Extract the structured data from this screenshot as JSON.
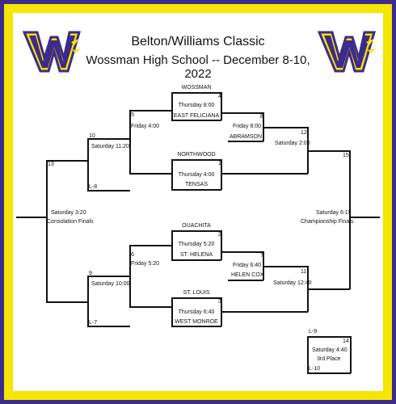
{
  "header": {
    "title": "Belton/Williams Classic",
    "subtitle": "Wossman High School -- December 8-10, 2022"
  },
  "logo": {
    "letter": "W",
    "icon": "wossman-w-logo"
  },
  "colors": {
    "purple": "#3d2a8c",
    "gold": "#f4e600",
    "line": "#111111"
  },
  "bracket": {
    "g4": {
      "num": "4",
      "top_team": "WOSSMAN",
      "time": "Thursday 8:00",
      "bottom_team": "EAST FELICIANA"
    },
    "g1": {
      "num": "1",
      "top_team": "NORTHWOOD",
      "time": "Thursday 4:00",
      "bottom_team": "TENSAS"
    },
    "g2": {
      "num": "2",
      "top_team": "OUACHITA",
      "time": "Thursday 5:20",
      "bottom_team": "ST. HELENA"
    },
    "g3": {
      "num": "3",
      "top_team": "ST. LOUIS",
      "time": "Thursday 6:40",
      "bottom_team": "WEST MONROE"
    },
    "g5": {
      "num": "5",
      "time": "Friday  4:00"
    },
    "g6": {
      "num": "6",
      "time": "Friday 5:20"
    },
    "g8": {
      "num": "8",
      "time": "Friday 8:00",
      "team": "ABRAMSON"
    },
    "g7": {
      "num": "7",
      "time": "Friday 6:40",
      "team": "HELEN COX"
    },
    "g10": {
      "num": "10",
      "time": "Saturday 11:20",
      "loser": "L-8"
    },
    "g9": {
      "num": "9",
      "time": "Saturday 10:00",
      "loser": "L-7"
    },
    "g12": {
      "num": "12",
      "time": "Saturday 2:00"
    },
    "g11": {
      "num": "11",
      "time": "Saturday 12:40"
    },
    "g13": {
      "num": "13",
      "time": "Saturday 3:20",
      "label": "Consolation Finals"
    },
    "g15": {
      "num": "15",
      "time": "Saturday 6:15",
      "label": "Championship Finals"
    },
    "g14": {
      "num": "14",
      "top": "L-9",
      "time": "Saturday 4:40",
      "label": "3rd Place",
      "bottom": "L-10"
    }
  }
}
